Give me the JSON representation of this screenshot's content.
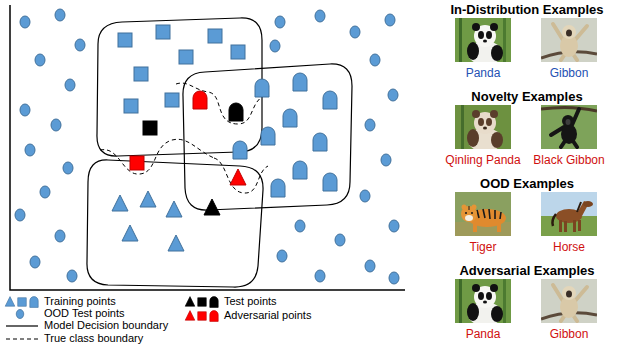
{
  "diagram": {
    "labels": [
      "In-Distribution Examples",
      "Panda",
      "Gibbon",
      "Novelty Examples",
      "Qinling Panda",
      "Black Gibbon",
      "OOD Examples",
      "Tiger",
      "Horse",
      "Adversarial Examples",
      "Panda",
      "Gibbon"
    ],
    "legend": [
      {
        "text": "Training points"
      },
      {
        "text": "OOD Test points"
      },
      {
        "text": "Model Decision boundary"
      },
      {
        "text": "True class boundary"
      },
      {
        "text": "Test points"
      },
      {
        "text": "Adversarial points"
      }
    ]
  }
}
